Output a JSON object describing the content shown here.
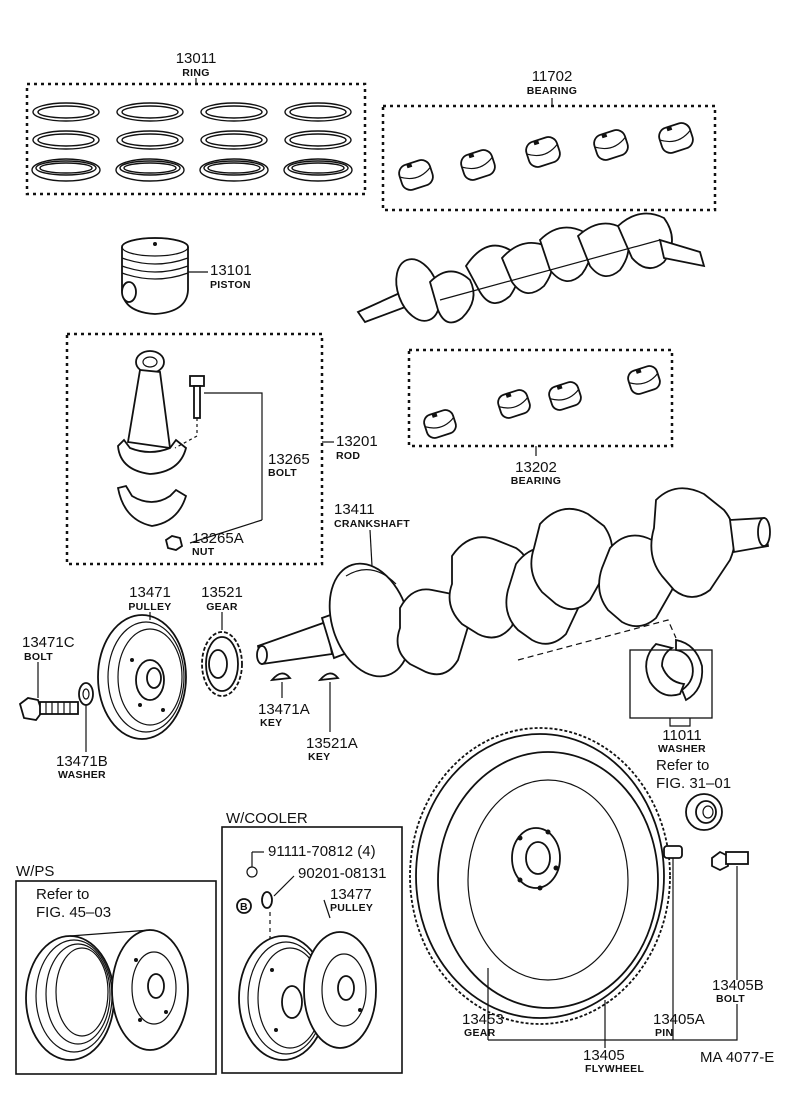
{
  "callouts": {
    "p13011": {
      "number": "13011",
      "name": "RING"
    },
    "p11702": {
      "number": "11702",
      "name": "BEARING"
    },
    "p13101": {
      "number": "13101",
      "name": "PISTON"
    },
    "p13201": {
      "number": "13201",
      "name": "ROD"
    },
    "p13265": {
      "number": "13265",
      "name": "BOLT"
    },
    "p13265A": {
      "number": "13265A",
      "name": "NUT"
    },
    "p13202": {
      "number": "13202",
      "name": "BEARING"
    },
    "p13411": {
      "number": "13411",
      "name": "CRANKSHAFT"
    },
    "p13471": {
      "number": "13471",
      "name": "PULLEY"
    },
    "p13521": {
      "number": "13521",
      "name": "GEAR"
    },
    "p13471C": {
      "number": "13471C",
      "name": "BOLT"
    },
    "p13471B": {
      "number": "13471B",
      "name": "WASHER"
    },
    "p13471A": {
      "number": "13471A",
      "name": "KEY"
    },
    "p13521A": {
      "number": "13521A",
      "name": "KEY"
    },
    "p11011": {
      "number": "11011",
      "name": "WASHER"
    },
    "p13477": {
      "number": "13477",
      "name": "PULLEY"
    },
    "p13453": {
      "number": "13453",
      "name": "GEAR"
    },
    "p13405A": {
      "number": "13405A",
      "name": "PIN"
    },
    "p13405B": {
      "number": "13405B",
      "name": "BOLT"
    },
    "p13405": {
      "number": "13405",
      "name": "FLYWHEEL"
    },
    "p91111": {
      "number": "91111-70812 (4)"
    },
    "p90201": {
      "number": "90201-08131"
    }
  },
  "sections": {
    "wcooler": "W/COOLER",
    "wps": "W/PS"
  },
  "references": {
    "fig31": {
      "line1": "Refer to",
      "line2": "FIG. 31–01"
    },
    "fig45": {
      "line1": "Refer to",
      "line2": "FIG. 45–03"
    }
  },
  "marker_b": "B",
  "figure_code": "MA 4077-E"
}
